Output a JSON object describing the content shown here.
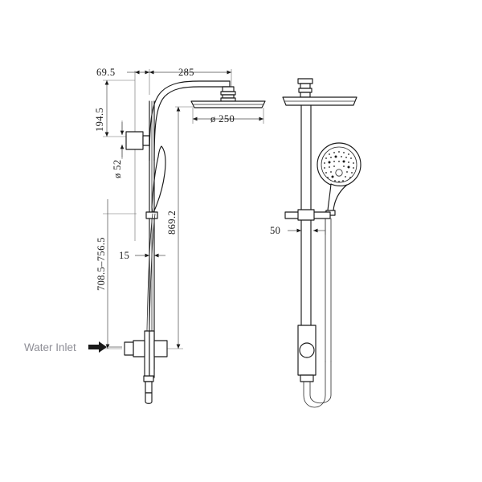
{
  "drawing": {
    "title": "Shower System Technical Drawing",
    "background_color": "#ffffff",
    "line_color": "#1a1a1a",
    "dimension_line_color": "#4a4a4a",
    "annotation_color": "#8e8e96",
    "units": "mm"
  },
  "annotations": {
    "water_inlet_label": "Water Inlet",
    "arrow_icon": "right-arrow-icon"
  },
  "dimensions": {
    "left_view": [
      {
        "id": "wall-to-arm-offset",
        "value": "69.5",
        "orientation": "horizontal",
        "position": "top-left"
      },
      {
        "id": "arm-reach",
        "value": "285",
        "orientation": "horizontal",
        "position": "top"
      },
      {
        "id": "arm-to-inlet-drop",
        "value": "194.5",
        "orientation": "vertical",
        "position": "upper-left"
      },
      {
        "id": "inlet-diameter",
        "value": "ø 52",
        "orientation": "vertical-leader",
        "position": "mid-left"
      },
      {
        "id": "rail-bracket-projection",
        "value": "15",
        "orientation": "horizontal",
        "position": "middle"
      },
      {
        "id": "handshower-height-range",
        "value": "708.5–756.5",
        "orientation": "vertical",
        "position": "left"
      },
      {
        "id": "overall-height",
        "value": "869.2",
        "orientation": "vertical",
        "position": "center"
      },
      {
        "id": "rain-head-diameter",
        "value": "ø 250",
        "orientation": "horizontal",
        "position": "under-rain-head"
      }
    ],
    "right_view": [
      {
        "id": "rail-offset",
        "value": "50",
        "orientation": "horizontal",
        "position": "left"
      }
    ]
  },
  "components": {
    "left_view": [
      {
        "name": "rain-shower-head",
        "shape": "flat-square-panel"
      },
      {
        "name": "curved-shower-arm",
        "shape": "swan-neck"
      },
      {
        "name": "wall-inlet-elbow",
        "shape": "cylindrical-boss"
      },
      {
        "name": "hand-shower",
        "shape": "side-profile"
      },
      {
        "name": "slide-rail",
        "shape": "vertical-bar"
      },
      {
        "name": "rail-bracket",
        "shape": "clamp"
      },
      {
        "name": "diverter-valve-body",
        "shape": "block"
      },
      {
        "name": "shower-hose",
        "shape": "flexible-hose"
      }
    ],
    "right_view": [
      {
        "name": "rain-shower-head",
        "shape": "flat-panel-front"
      },
      {
        "name": "ceiling-arm-connector",
        "shape": "threaded-nipple"
      },
      {
        "name": "hand-shower-face",
        "shape": "round-spray-face"
      },
      {
        "name": "hand-shower-handle",
        "shape": "tapered-grip"
      },
      {
        "name": "rail-bracket",
        "shape": "horizontal-arm"
      },
      {
        "name": "riser-rail",
        "shape": "vertical-column"
      },
      {
        "name": "diverter-valve-body",
        "shape": "block-with-knob"
      },
      {
        "name": "hose-loop",
        "shape": "u-bend"
      }
    ]
  }
}
